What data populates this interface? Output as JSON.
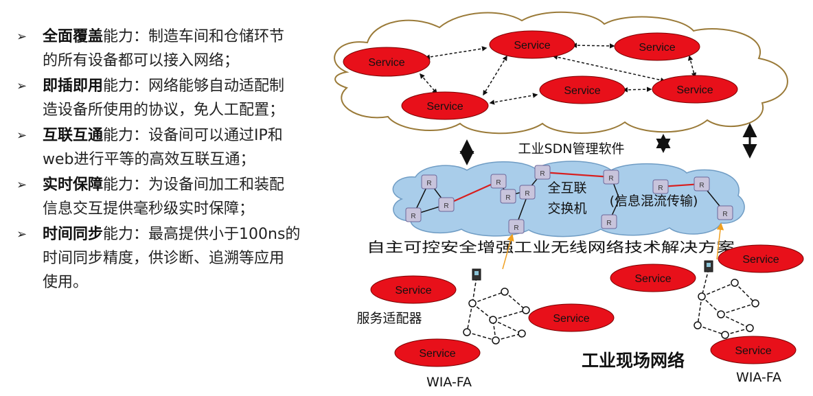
{
  "capabilities": [
    {
      "title": "全面覆盖",
      "desc_1": "能力：制造车间和仓储环节",
      "desc_2": "的所有设备都可以接入网络；"
    },
    {
      "title": "即插即用",
      "desc_1": "能力：网络能够自动适配制",
      "desc_2": "造设备所使用的协议，免人工配置；"
    },
    {
      "title": "互联互通",
      "desc_1": "能力：设备间可以通过IP和",
      "desc_2": "web进行平等的高效互联互通；"
    },
    {
      "title": "实时保障",
      "desc_1": "能力：为设备间加工和装配",
      "desc_2": "信息交互提供毫秒级实时保障；"
    },
    {
      "title": "时间同步",
      "desc_1": "能力：最高提供小于100ns的",
      "desc_2": "时间同步精度，供诊断、追溯等应用",
      "desc_3": "使用。"
    }
  ],
  "diagram": {
    "service_label": "Service",
    "router_label": "R",
    "sdn_label": "工业SDN管理软件",
    "switch_line_1": "全互联",
    "switch_line_2": "交换机",
    "flow_label": "(信息混流传输)",
    "solution_label": "自主可控安全增强工业无线网络技术解决方案",
    "adapter_label": "服务适配器",
    "field_label": "工业现场网络",
    "wia_left": "WIA-FA",
    "wia_right": "WIA-FA"
  },
  "colors": {
    "service_fill": "#e8101a",
    "cloud_fill": "#a9cdea",
    "link_red": "#d81e1e"
  }
}
